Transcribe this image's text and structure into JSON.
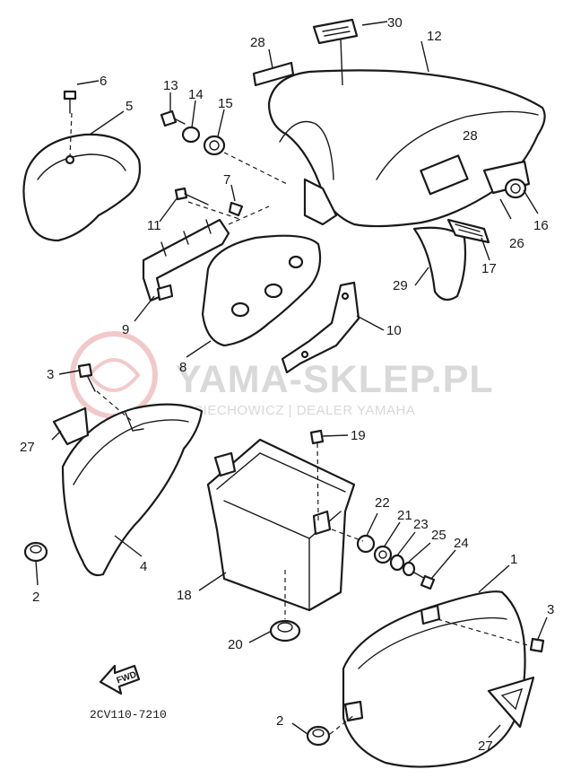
{
  "diagram": {
    "drawing_code": "2CV110-7210",
    "direction_arrow_label": "FWD",
    "callouts": [
      {
        "id": "c30",
        "label": "30"
      },
      {
        "id": "c12",
        "label": "12"
      },
      {
        "id": "c28a",
        "label": "28"
      },
      {
        "id": "c28b",
        "label": "28"
      },
      {
        "id": "c6",
        "label": "6"
      },
      {
        "id": "c5",
        "label": "5"
      },
      {
        "id": "c13",
        "label": "13"
      },
      {
        "id": "c14",
        "label": "14"
      },
      {
        "id": "c15",
        "label": "15"
      },
      {
        "id": "c7",
        "label": "7"
      },
      {
        "id": "c11",
        "label": "11"
      },
      {
        "id": "c16",
        "label": "16"
      },
      {
        "id": "c26",
        "label": "26"
      },
      {
        "id": "c17",
        "label": "17"
      },
      {
        "id": "c29",
        "label": "29"
      },
      {
        "id": "c9",
        "label": "9"
      },
      {
        "id": "c10",
        "label": "10"
      },
      {
        "id": "c8",
        "label": "8"
      },
      {
        "id": "c3a",
        "label": "3"
      },
      {
        "id": "c27a",
        "label": "27"
      },
      {
        "id": "c19",
        "label": "19"
      },
      {
        "id": "c2a",
        "label": "2"
      },
      {
        "id": "c4",
        "label": "4"
      },
      {
        "id": "c22",
        "label": "22"
      },
      {
        "id": "c21",
        "label": "21"
      },
      {
        "id": "c23",
        "label": "23"
      },
      {
        "id": "c25",
        "label": "25"
      },
      {
        "id": "c24",
        "label": "24"
      },
      {
        "id": "c18",
        "label": "18"
      },
      {
        "id": "c1",
        "label": "1"
      },
      {
        "id": "c3b",
        "label": "3"
      },
      {
        "id": "c20",
        "label": "20"
      },
      {
        "id": "c2b",
        "label": "2"
      },
      {
        "id": "c27b",
        "label": "27"
      }
    ]
  },
  "watermark": {
    "brand": "YAMA-SKLEP.PL",
    "subtitle": "UCIECHOWICZ | DEALER YAMAHA",
    "color": "#d9d9d9"
  }
}
